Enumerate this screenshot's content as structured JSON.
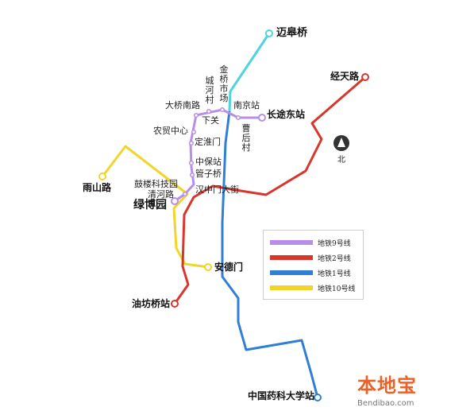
{
  "colors": {
    "line9": "#b98ee6",
    "line2": "#d9362b",
    "line1": "#2f7fd6",
    "line1_north": "#4fd3dd",
    "line10": "#f2d52b"
  },
  "stations": {
    "maigaoqiao": "迈皋桥",
    "jingtianlu": "经天路",
    "changtudongzhan": "长途东站",
    "nanjingzhan": "南京站",
    "jinqiaoshichang": "金桥市场",
    "chenghecun": "城河村",
    "caohoucun": "曹后村",
    "daqiaonanlu": "大桥南路",
    "xiaguan": "下关",
    "nongmaozhongxin": "农贸中心",
    "dinghuaimen": "定淮门",
    "zhongbaozhan": "中保站",
    "guanziqiao": "管子桥",
    "gulou_keji": "鼓楼科技园",
    "qinghelu": "清河路",
    "hanzhongmen": "汉中门大街",
    "lvboyuan": "绿博园",
    "yushanlu": "雨山路",
    "andemen": "安德门",
    "youfangqiao": "油坊桥站",
    "yaoke": "中国药科大学站"
  },
  "compass": {
    "label": "北"
  },
  "legend": [
    {
      "label": "地铁9号线",
      "color": "#b98ee6"
    },
    {
      "label": "地铁2号线",
      "color": "#d9362b"
    },
    {
      "label": "地铁1号线",
      "color": "#2f7fd6"
    },
    {
      "label": "地铁10号线",
      "color": "#f2d52b"
    }
  ],
  "watermark": {
    "logo": "本地宝",
    "url": "Bendibao.com"
  }
}
